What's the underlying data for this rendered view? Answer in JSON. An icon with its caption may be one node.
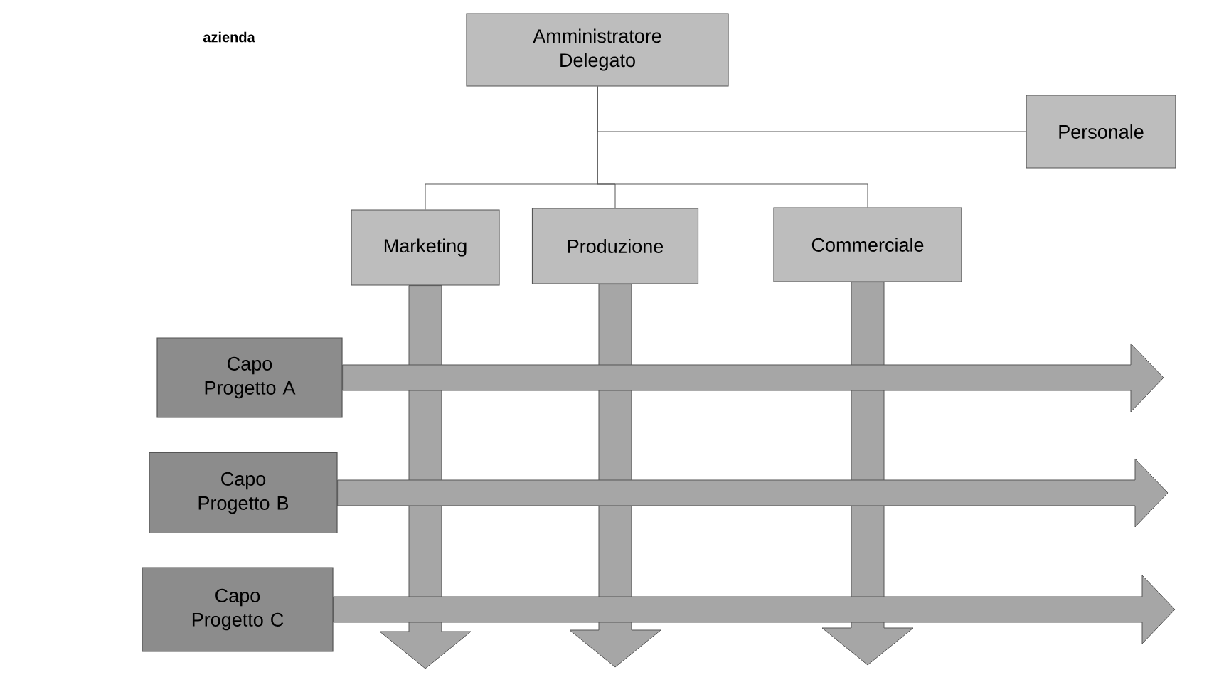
{
  "diagram": {
    "nodes": [
      {
        "text": [
          "Amministratore Delegato"
        ]
      },
      {
        "text": [
          "Personale"
        ]
      },
      {
        "text": [
          "Marketing"
        ]
      },
      {
        "text": [
          "Produzione"
        ]
      },
      {
        "text": [
          "Commerciale"
        ]
      },
      {
        "text": [
          "Capo Progetto A"
        ]
      },
      {
        "text": [
          "Capo Progetto B"
        ]
      },
      {
        "text": [
          "Capo Progetto C"
        ]
      }
    ],
    "edges": [
      {
        "from": 0,
        "to": 1,
        "arrow": "none"
      },
      {
        "from": 0,
        "to": 2,
        "arrow": "none"
      },
      {
        "from": 0,
        "to": 3,
        "arrow": "none"
      },
      {
        "from": 0,
        "to": 4,
        "arrow": "none"
      },
      {
        "from": 2,
        "to": null,
        "arrow": "to",
        "style": "thick"
      },
      {
        "from": 3,
        "to": null,
        "arrow": "to",
        "style": "thick"
      },
      {
        "from": 4,
        "to": null,
        "arrow": "to",
        "style": "thick"
      },
      {
        "from": 5,
        "to": null,
        "arrow": "to",
        "style": "thick"
      },
      {
        "from": 6,
        "to": null,
        "arrow": "to",
        "style": "thick"
      },
      {
        "from": 7,
        "to": null,
        "arrow": "to",
        "style": "thick"
      }
    ],
    "labels": [
      "azienda"
    ]
  }
}
